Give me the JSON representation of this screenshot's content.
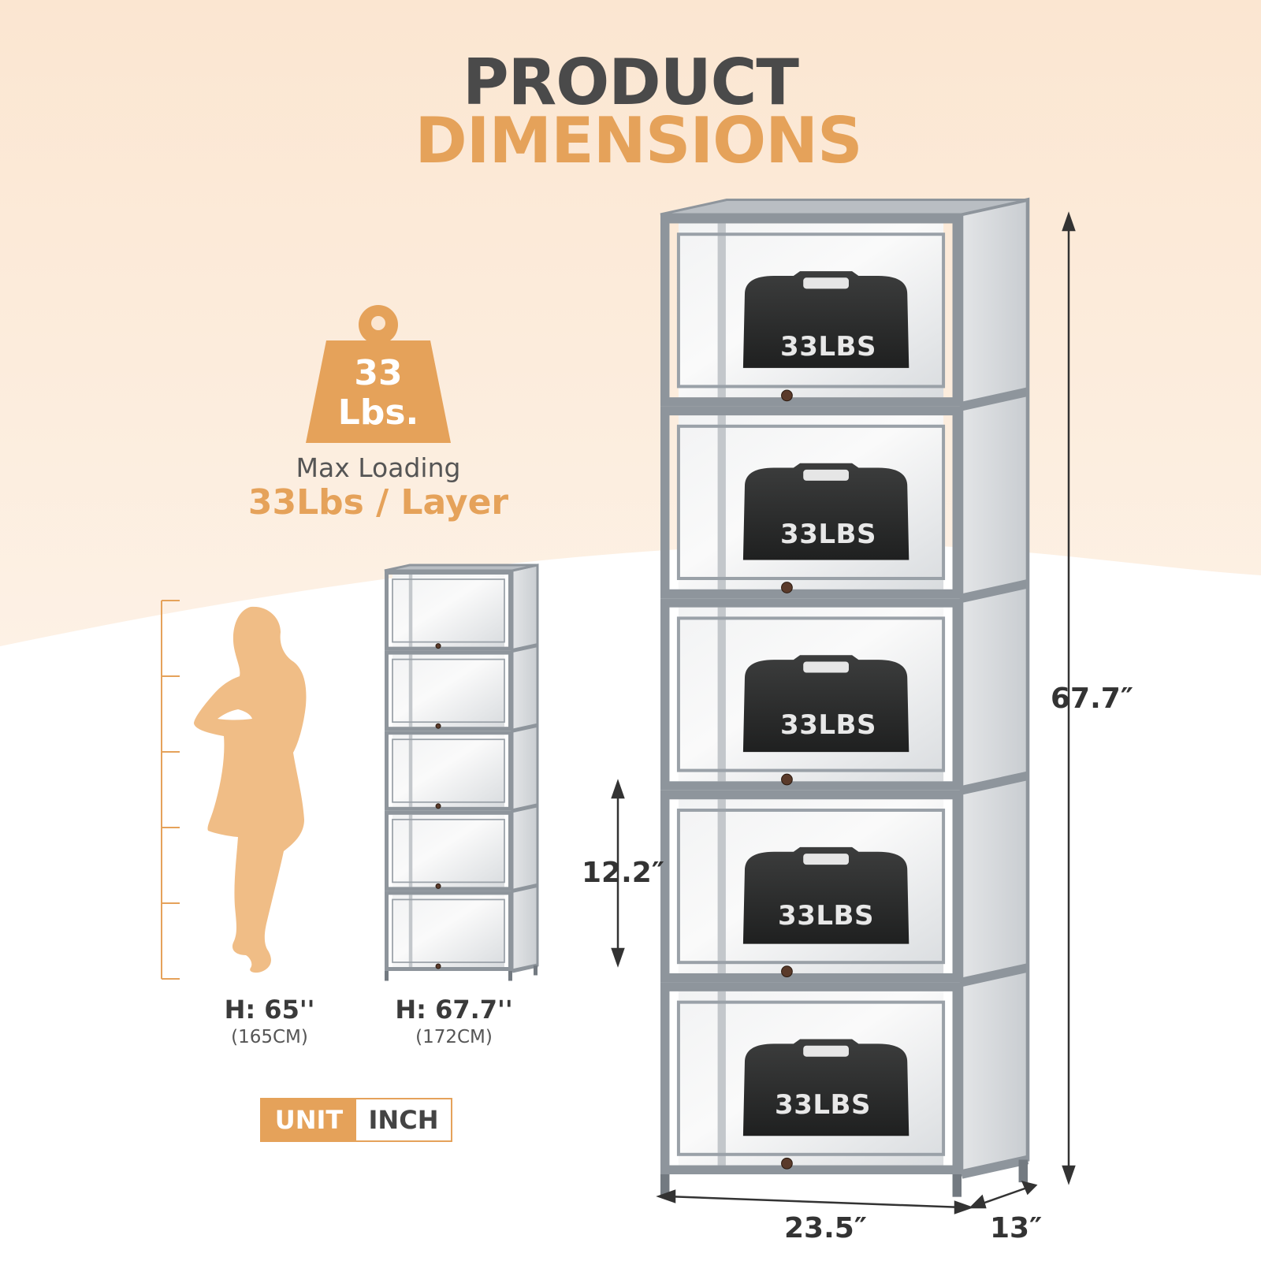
{
  "title": {
    "line1": "PRODUCT",
    "line2": "DIMENSIONS"
  },
  "load": {
    "weight_value": "33",
    "weight_unit": "Lbs.",
    "label": "Max Loading",
    "value": "33Lbs / Layer"
  },
  "weights": {
    "label": "33LBS",
    "count": 5
  },
  "person": {
    "height": "H: 65''",
    "height_cm": "(165CM)"
  },
  "cabinet": {
    "height": "H: 67.7''",
    "height_cm": "(172CM)",
    "tiers": 5
  },
  "dimensions": {
    "total_height": "67.7″",
    "shelf_height": "12.2″",
    "width": "23.5″",
    "depth": "13″"
  },
  "unit": {
    "label": "UNIT",
    "value": "INCH"
  },
  "colors": {
    "accent": "#e5a25a",
    "frame": "#8e959c",
    "title_dark": "#4a4a4a",
    "background_top": "#fbe9d7"
  }
}
